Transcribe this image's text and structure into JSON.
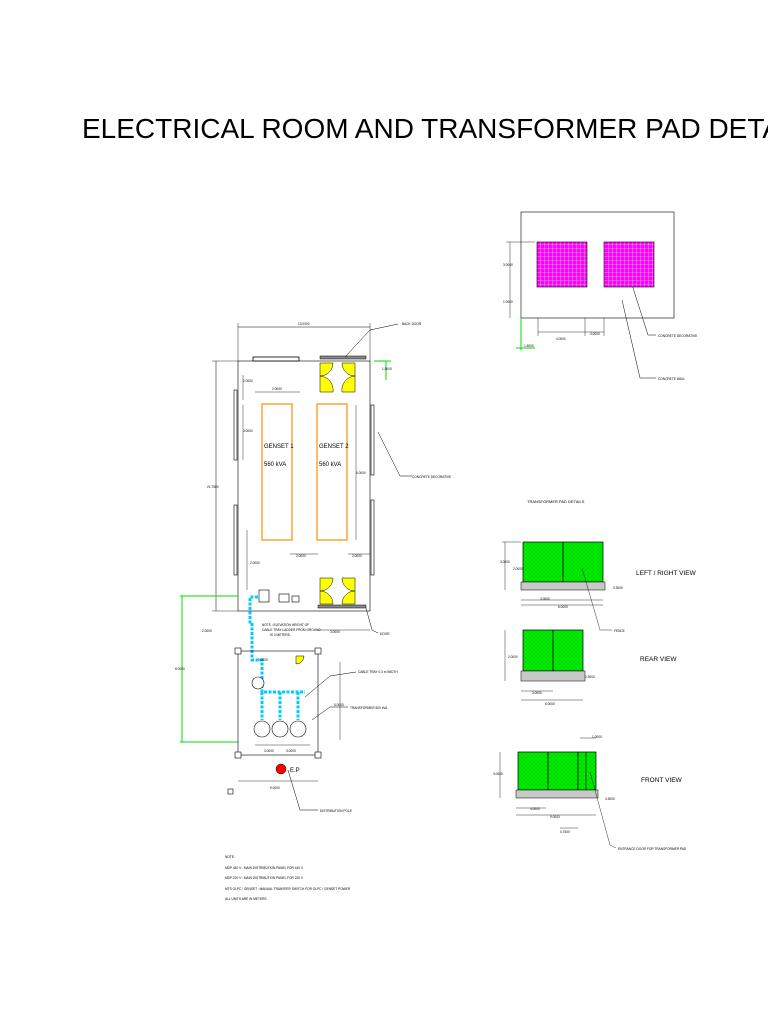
{
  "title": "ELECTRICAL ROOM AND TRANSFORMER PAD DETAILS",
  "room": {
    "back_door": "BACK DOOR",
    "door": "DOOR",
    "concrete_decorative": "CONCRETE DECORATIVE",
    "genset1_name": "GENSET 1",
    "genset1_rating": "560 kVA",
    "genset2_name": "GENSET 2",
    "genset2_rating": "560 kVA",
    "cable_note": [
      "NOTE : ELEVATION HEIGHT OF",
      "CABLE TRAY LADDER FROM GROUND",
      "IS 3 METERS"
    ],
    "cable_tray": "CABLE TRAY 0.3 m  WIDTH",
    "transformer": "TRANSFORMER 500 kVA",
    "ep": "E.P",
    "distribution_pole": "DISTRIBUTION POLE",
    "dims": {
      "top_width": "13.0000",
      "overall_height": "21.7500",
      "left_1": "2.0000",
      "left_2": "3.0000",
      "left_3": "2.0000",
      "left_4": "2.0000",
      "gap_top": "2.0000",
      "right_side": "6.0000",
      "gap_mid": "2.0000",
      "gap_right": "2.0000",
      "door_width": "3.0000",
      "green_left": "6.0000",
      "green_top": "1.5000",
      "tx_right": "5.0000",
      "tx_top": "3.0000",
      "tx_gap1": "3.0000",
      "tx_gap2": "3.0000",
      "tx_bottom": "9.0000"
    }
  },
  "plan_view": {
    "concrete_decorative": "CONCRETE DECORATIVE",
    "concrete_wall": "CONCRETE WALL",
    "dims": {
      "h1": "3.0000",
      "h2": "1.0000",
      "w1": "4.0000",
      "w2": "3.0000",
      "green": "1.5000"
    }
  },
  "pad": {
    "heading": "TRANSFORMER PAD DETAILS",
    "left_right_view": "LEFT / RIGHT VIEW",
    "rear_view": "REAR VIEW",
    "front_view": "FRONT VIEW",
    "fence": "FENCE",
    "entrance_door": "ENTRANCE DOOR FOR TRANSFORMER PAD",
    "dims": {
      "lr_h": "3.0000",
      "lr_h2": "2.0000",
      "lr_base": "0.3000",
      "lr_w1": "3.0000",
      "lr_w2": "6.0000",
      "rear_h": "2.0000",
      "rear_base": "0.3000",
      "rear_w1": "3.0000",
      "rear_w2": "6.0000",
      "front_h": "3.0000",
      "front_top": "1.0000",
      "front_base": "0.3000",
      "front_w1": "4.0000",
      "front_w2": "9.0000",
      "front_bottom": "0.7500"
    }
  },
  "notes": {
    "heading": "NOTE:",
    "lines": [
      "MDP 440 V : MAIN DISTRIBUTION PANEL FOR 440 V",
      "MDP 220 V : MAIN DISTRIBUTION PANEL FOR 220 V",
      "MTS OLPC / GENSET : MANUAL TRANSFER SWITCH FOR OLPC / GENSET POWER",
      "ALL UNITS ARE IN METERS"
    ]
  },
  "colors": {
    "magenta": "#ff00ff",
    "green": "#00ff00",
    "orange": "#ff8c00",
    "yellow": "#ffff00",
    "cyan": "#00ccff",
    "red": "#ff0000"
  }
}
